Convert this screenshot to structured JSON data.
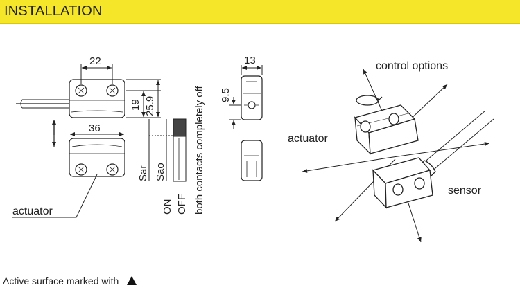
{
  "header": {
    "title": "INSTALLATION"
  },
  "dimensions": {
    "width_22": "22",
    "height_19": "19",
    "height_25_9": "25.9",
    "width_36": "36",
    "width_13": "13",
    "height_9_5": "9.5"
  },
  "switching": {
    "sar": "Sar",
    "sao": "Sao",
    "on": "ON",
    "off": "OFF",
    "both_off": "both contacts completely off"
  },
  "labels": {
    "actuator_left": "actuator",
    "actuator_right": "actuator",
    "control_options": "control options",
    "sensor": "sensor"
  },
  "footnote": {
    "text": "Active surface marked with"
  },
  "colors": {
    "header_bg": "#f5e62a",
    "line": "#222222",
    "body_fill": "#ffffff",
    "hatch": "#555555"
  }
}
